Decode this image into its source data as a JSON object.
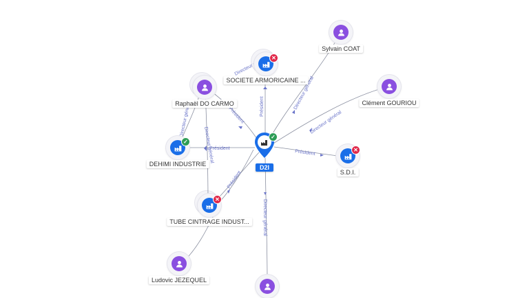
{
  "center": {
    "label": "D2I",
    "status": "active",
    "accent": "#1a6ee8"
  },
  "colors": {
    "person": "#8a4fe0",
    "company": "#1a6ee8",
    "active_badge": "#2e9d57",
    "inactive_badge": "#e0284a",
    "edge": "#8a8fa0",
    "edge_label": "#6a74c9"
  },
  "nodes": {
    "sylvain": {
      "label": "Sylvain COAT",
      "type": "person",
      "icon": "person-icon"
    },
    "clement": {
      "label": "Clément GOURIOU",
      "type": "person",
      "icon": "person-icon"
    },
    "raphael": {
      "label": "Raphaël DO CARMO",
      "type": "person",
      "icon": "person-icon"
    },
    "ludovic": {
      "label": "Ludovic JEZEQUEL",
      "type": "person",
      "icon": "person-icon"
    },
    "bottom_person": {
      "label": "",
      "type": "person",
      "icon": "person-icon"
    },
    "societe": {
      "label": "SOCIETE ARMORICAINE ...",
      "type": "company",
      "icon": "factory-icon",
      "status": "inactive"
    },
    "dehimi": {
      "label": "DEHIMI INDUSTRIE",
      "type": "company",
      "icon": "factory-icon",
      "status": "active"
    },
    "tube": {
      "label": "TUBE CINTRAGE INDUST...",
      "type": "company",
      "icon": "factory-icon",
      "status": "inactive"
    },
    "sdi": {
      "label": "S.D.I.",
      "type": "company",
      "icon": "factory-icon",
      "status": "inactive"
    }
  },
  "edge_labels": {
    "president": "Président",
    "directeur_general": "Directeur général"
  }
}
